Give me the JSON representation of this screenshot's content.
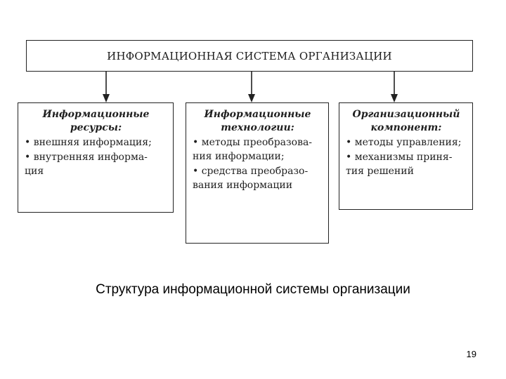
{
  "diagram": {
    "top_title": "ИНФОРМАЦИОННАЯ СИСТЕМА ОРГАНИЗАЦИИ",
    "boxes": [
      {
        "title_lines": [
          "Информационные",
          "ресурсы:"
        ],
        "items": [
          [
            "• внешняя информация;"
          ],
          [
            "• внутренняя информа-",
            "ция"
          ]
        ]
      },
      {
        "title_lines": [
          "Информационные",
          "технологии:"
        ],
        "items": [
          [
            "• методы преобразова-",
            "ния информации;"
          ],
          [
            "• средства преобразо-",
            "вания информации"
          ]
        ]
      },
      {
        "title_lines": [
          "Организационный",
          "компонент:"
        ],
        "items": [
          [
            "• методы управления;"
          ],
          [
            "• механизмы приня-",
            "тия решений"
          ]
        ]
      }
    ]
  },
  "caption": "Структура информационной системы организации",
  "page_number": "19"
}
